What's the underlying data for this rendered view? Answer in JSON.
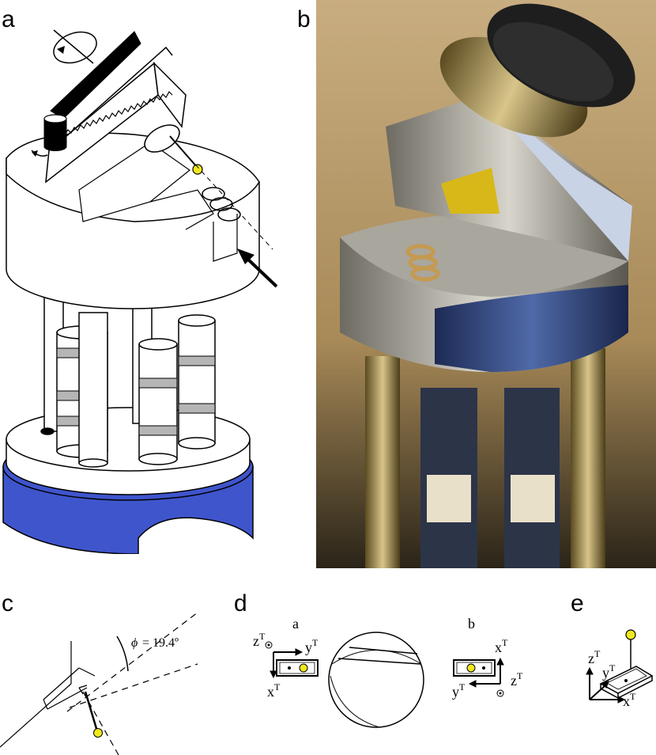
{
  "panels": {
    "a": {
      "label": "a"
    },
    "b": {
      "label": "b"
    },
    "c": {
      "label": "c",
      "angle_symbol": "ϕ",
      "angle_value": "= 19.4º"
    },
    "d": {
      "label": "d",
      "sub_a": "a",
      "sub_b": "b",
      "axis_x": "x",
      "axis_y": "y",
      "axis_z": "z",
      "sup": "T"
    },
    "e": {
      "label": "e",
      "axis_x": "x",
      "axis_y": "y",
      "axis_z": "z",
      "sup": "T"
    }
  },
  "colors": {
    "base_blue": "#3f55cc",
    "sample_yellow": "#f0e81e",
    "ring_gray": "#b5b5b5",
    "photo_bg": "#b59a6a"
  }
}
